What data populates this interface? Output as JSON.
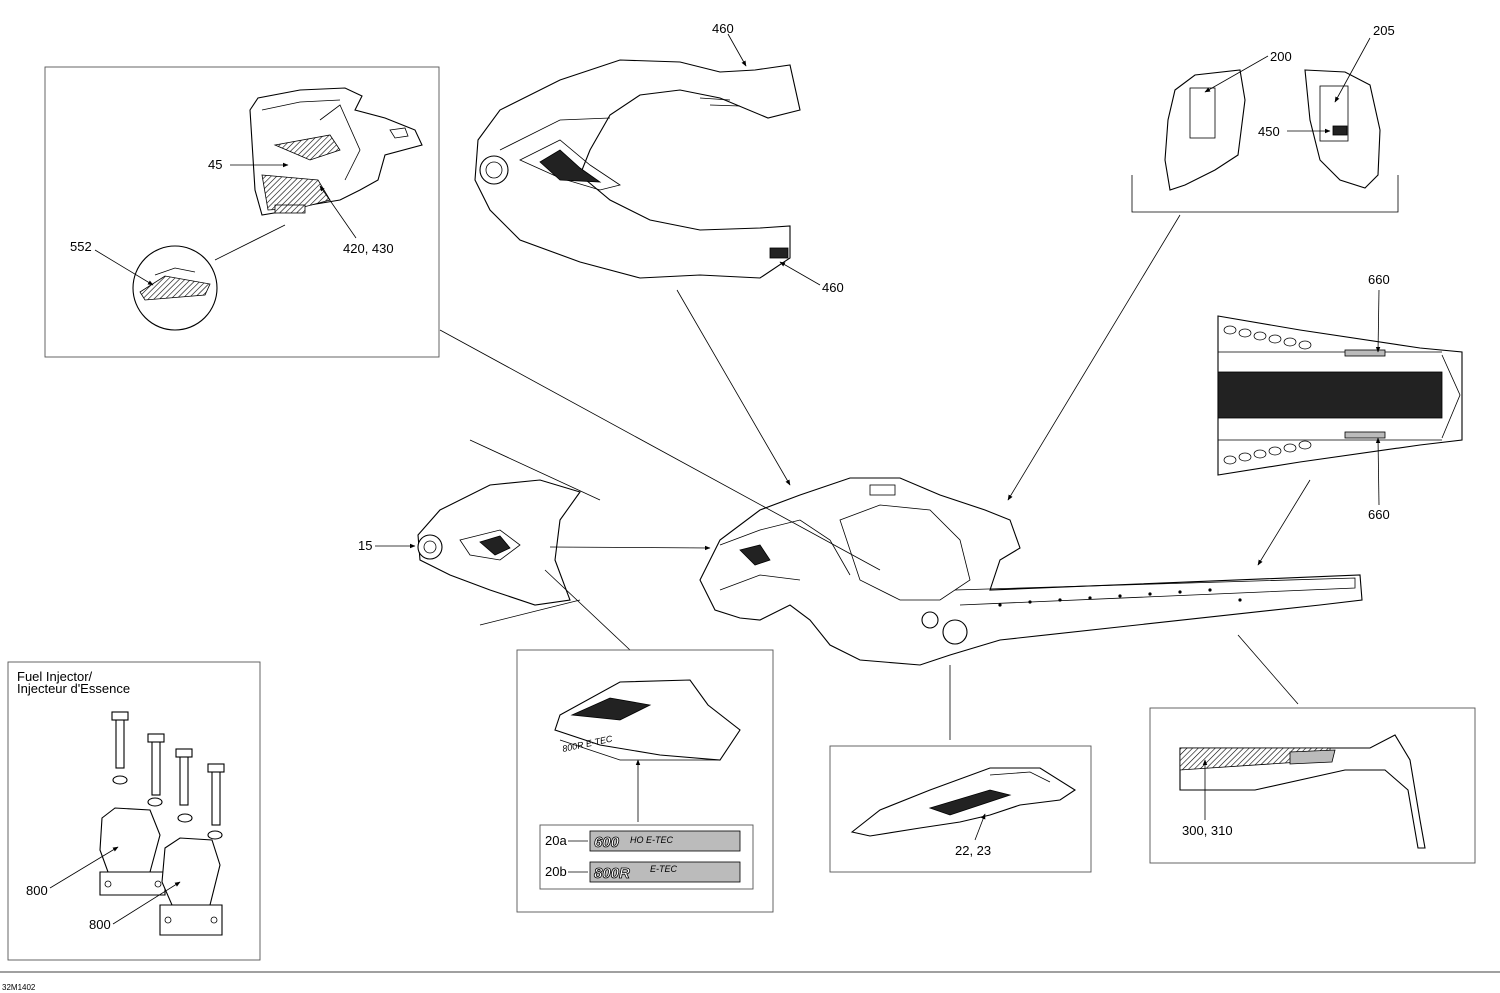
{
  "drawing_number": "32M1402",
  "inset_fuel_injector": {
    "title_line1": "Fuel Injector/",
    "title_line2": "Injecteur d'Essence"
  },
  "labels": {
    "l460_top": "460",
    "l460_bottom": "460",
    "l200": "200",
    "l205": "205",
    "l450": "450",
    "l45": "45",
    "l420_430": "420, 430",
    "l552": "552",
    "l660_top": "660",
    "l660_bottom": "660",
    "l15": "15",
    "l20a": "20a",
    "l20b": "20b",
    "l22_23": "22, 23",
    "l300_310": "300, 310",
    "l800_top": "800",
    "l800_bottom": "800"
  },
  "decals": {
    "decal_20a": "600",
    "decal_20a_suffix": "HO E-TEC",
    "decal_20b": "800R",
    "decal_20b_suffix": "E-TEC",
    "decal_side": "800R E-TEC"
  }
}
